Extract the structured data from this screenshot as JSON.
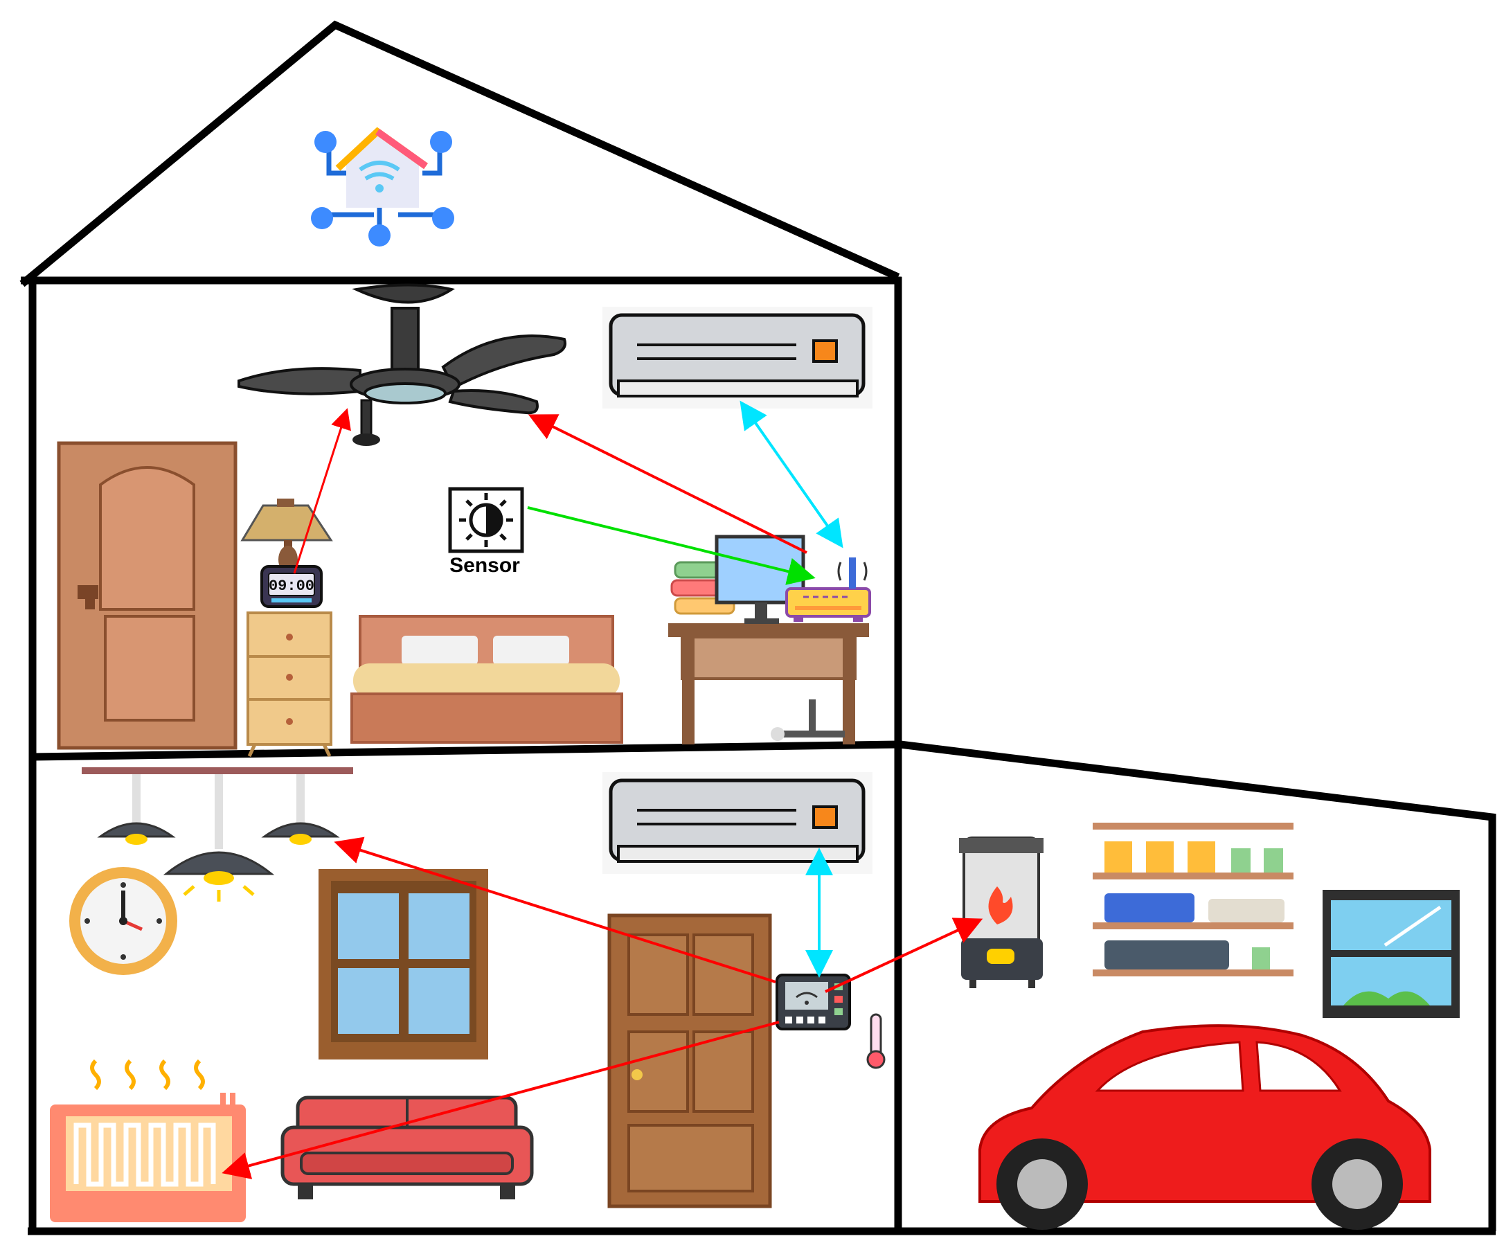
{
  "sensor": {
    "label": "Sensor",
    "icon": "brightness-sensor-icon"
  },
  "alarm_clock": {
    "time": "09:00",
    "icon": "alarm-clock-icon"
  },
  "hub": {
    "icon": "smart-home-hub-icon"
  },
  "connections": [
    {
      "from": "router",
      "to": "ceiling-fan",
      "color": "#ff0000",
      "kind": "one-way"
    },
    {
      "from": "alarm-clock",
      "to": "ceiling-fan",
      "color": "#ff0000",
      "kind": "one-way"
    },
    {
      "from": "router",
      "to": "air-conditioner-upstairs",
      "color": "#00e5ff",
      "kind": "two-way"
    },
    {
      "from": "sensor",
      "to": "router",
      "color": "#00e000",
      "kind": "one-way"
    },
    {
      "from": "thermostat",
      "to": "air-conditioner-downstairs",
      "color": "#00e5ff",
      "kind": "two-way"
    },
    {
      "from": "thermostat",
      "to": "pendant-lamps",
      "color": "#ff0000",
      "kind": "one-way"
    },
    {
      "from": "thermostat",
      "to": "water-heater",
      "color": "#ff0000",
      "kind": "one-way"
    },
    {
      "from": "thermostat",
      "to": "radiator-heater",
      "color": "#ff0000",
      "kind": "one-way"
    }
  ],
  "colors": {
    "outline": "#000000",
    "wireless": "#ff0000",
    "bidirectional": "#00e5ff",
    "sensor_link": "#00e000",
    "car": "#ee1c1c"
  }
}
